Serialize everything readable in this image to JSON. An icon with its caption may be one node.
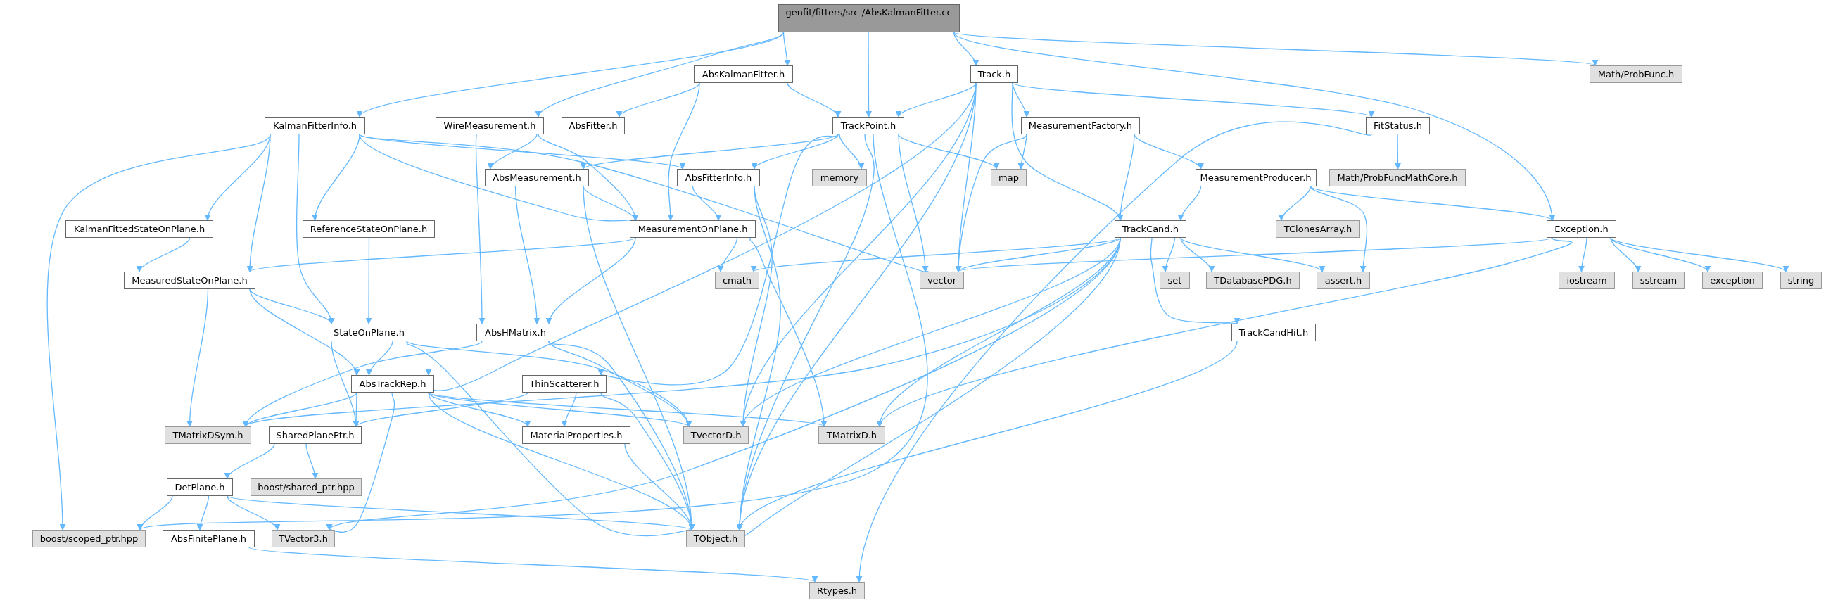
{
  "diagram": {
    "nodes": [
      {
        "text": [
          "genfit/fitters/src /AbsKalmanFitter.cc"
        ]
      },
      {
        "text": [
          "KalmanFitterInfo.h"
        ]
      },
      {
        "text": [
          "WireMeasurement.h"
        ]
      },
      {
        "text": [
          "AbsKalmanFitter.h"
        ]
      },
      {
        "text": [
          "AbsFitter.h"
        ]
      },
      {
        "text": [
          "Track.h"
        ]
      },
      {
        "text": [
          "TrackPoint.h"
        ]
      },
      {
        "text": [
          "MeasurementFactory.h"
        ]
      },
      {
        "text": [
          "FitStatus.h"
        ]
      },
      {
        "text": [
          "Math/ProbFunc.h"
        ]
      },
      {
        "text": [
          "AbsMeasurement.h"
        ]
      },
      {
        "text": [
          "AbsFitterInfo.h"
        ]
      },
      {
        "text": [
          "memory"
        ]
      },
      {
        "text": [
          "map"
        ]
      },
      {
        "text": [
          "MeasurementProducer.h"
        ]
      },
      {
        "text": [
          "Math/ProbFuncMathCore.h"
        ]
      },
      {
        "text": [
          "KalmanFittedStateOnPlane.h"
        ]
      },
      {
        "text": [
          "ReferenceStateOnPlane.h"
        ]
      },
      {
        "text": [
          "MeasurementOnPlane.h"
        ]
      },
      {
        "text": [
          "TrackCand.h"
        ]
      },
      {
        "text": [
          "TClonesArray.h"
        ]
      },
      {
        "text": [
          "Exception.h"
        ]
      },
      {
        "text": [
          "MeasuredStateOnPlane.h"
        ]
      },
      {
        "text": [
          "cmath"
        ]
      },
      {
        "text": [
          "vector"
        ]
      },
      {
        "text": [
          "set"
        ]
      },
      {
        "text": [
          "TDatabasePDG.h"
        ]
      },
      {
        "text": [
          "assert.h"
        ]
      },
      {
        "text": [
          "iostream"
        ]
      },
      {
        "text": [
          "sstream"
        ]
      },
      {
        "text": [
          "exception"
        ]
      },
      {
        "text": [
          "string"
        ]
      },
      {
        "text": [
          "StateOnPlane.h"
        ]
      },
      {
        "text": [
          "AbsHMatrix.h"
        ]
      },
      {
        "text": [
          "TrackCandHit.h"
        ]
      },
      {
        "text": [
          "AbsTrackRep.h"
        ]
      },
      {
        "text": [
          "ThinScatterer.h"
        ]
      },
      {
        "text": [
          "TMatrixDSym.h"
        ]
      },
      {
        "text": [
          "SharedPlanePtr.h"
        ]
      },
      {
        "text": [
          "MaterialProperties.h"
        ]
      },
      {
        "text": [
          "TVectorD.h"
        ]
      },
      {
        "text": [
          "TMatrixD.h"
        ]
      },
      {
        "text": [
          "DetPlane.h"
        ]
      },
      {
        "text": [
          "boost/shared_ptr.hpp"
        ]
      },
      {
        "text": [
          "boost/scoped_ptr.hpp"
        ]
      },
      {
        "text": [
          "AbsFinitePlane.h"
        ]
      },
      {
        "text": [
          "TVector3.h"
        ]
      },
      {
        "text": [
          "TObject.h"
        ]
      },
      {
        "text": [
          "Rtypes.h"
        ]
      }
    ],
    "edges": [
      {
        "from": 0,
        "to": 1,
        "arrow": "to"
      },
      {
        "from": 0,
        "to": 2,
        "arrow": "to"
      },
      {
        "from": 0,
        "to": 3,
        "arrow": "to"
      },
      {
        "from": 0,
        "to": 6,
        "arrow": "to"
      },
      {
        "from": 0,
        "to": 5,
        "arrow": "to"
      },
      {
        "from": 0,
        "to": 9,
        "arrow": "to"
      },
      {
        "from": 0,
        "to": 21,
        "arrow": "to"
      },
      {
        "from": 3,
        "to": 4,
        "arrow": "to"
      },
      {
        "from": 3,
        "to": 6,
        "arrow": "to"
      },
      {
        "from": 3,
        "to": 18,
        "arrow": "to"
      },
      {
        "from": 5,
        "to": 6,
        "arrow": "to"
      },
      {
        "from": 5,
        "to": 7,
        "arrow": "to"
      },
      {
        "from": 5,
        "to": 19,
        "arrow": "to"
      },
      {
        "from": 5,
        "to": 24,
        "arrow": "to"
      },
      {
        "from": 5,
        "to": 8,
        "arrow": "to"
      },
      {
        "from": 5,
        "to": 47,
        "arrow": "to"
      },
      {
        "from": 5,
        "to": 35,
        "arrow": "to"
      },
      {
        "from": 5,
        "to": 40,
        "arrow": "to"
      },
      {
        "from": 6,
        "to": 10,
        "arrow": "to"
      },
      {
        "from": 6,
        "to": 11,
        "arrow": "to"
      },
      {
        "from": 6,
        "to": 12,
        "arrow": "to"
      },
      {
        "from": 6,
        "to": 13,
        "arrow": "to"
      },
      {
        "from": 6,
        "to": 24,
        "arrow": "to"
      },
      {
        "from": 6,
        "to": 47,
        "arrow": "to"
      },
      {
        "from": 6,
        "to": 36,
        "arrow": "to"
      },
      {
        "from": 6,
        "to": 44,
        "arrow": "to"
      },
      {
        "from": 7,
        "to": 13,
        "arrow": "to"
      },
      {
        "from": 7,
        "to": 24,
        "arrow": "to"
      },
      {
        "from": 7,
        "to": 19,
        "arrow": "to"
      },
      {
        "from": 7,
        "to": 14,
        "arrow": "to"
      },
      {
        "from": 8,
        "to": 15,
        "arrow": "to"
      },
      {
        "from": 8,
        "to": 48,
        "arrow": "to"
      },
      {
        "from": 1,
        "to": 44,
        "arrow": "to"
      },
      {
        "from": 1,
        "to": 16,
        "arrow": "to"
      },
      {
        "from": 1,
        "to": 22,
        "arrow": "to"
      },
      {
        "from": 1,
        "to": 32,
        "arrow": "to"
      },
      {
        "from": 1,
        "to": 17,
        "arrow": "to"
      },
      {
        "from": 1,
        "to": 18,
        "arrow": "to"
      },
      {
        "from": 1,
        "to": 11,
        "arrow": "to"
      },
      {
        "from": 1,
        "to": 24,
        "arrow": "to"
      },
      {
        "from": 2,
        "to": 10,
        "arrow": "to"
      },
      {
        "from": 2,
        "to": 18,
        "arrow": "to"
      },
      {
        "from": 2,
        "to": 33,
        "arrow": "to"
      },
      {
        "from": 10,
        "to": 18,
        "arrow": "to"
      },
      {
        "from": 10,
        "to": 33,
        "arrow": "to"
      },
      {
        "from": 10,
        "to": 47,
        "arrow": "to"
      },
      {
        "from": 11,
        "to": 18,
        "arrow": "to"
      },
      {
        "from": 11,
        "to": 40,
        "arrow": "to"
      },
      {
        "from": 11,
        "to": 47,
        "arrow": "to"
      },
      {
        "from": 14,
        "to": 19,
        "arrow": "to"
      },
      {
        "from": 14,
        "to": 20,
        "arrow": "to"
      },
      {
        "from": 14,
        "to": 27,
        "arrow": "to"
      },
      {
        "from": 14,
        "to": 21,
        "arrow": "to"
      },
      {
        "from": 16,
        "to": 22,
        "arrow": "to"
      },
      {
        "from": 17,
        "to": 32,
        "arrow": "to"
      },
      {
        "from": 18,
        "to": 22,
        "arrow": "to"
      },
      {
        "from": 18,
        "to": 33,
        "arrow": "to"
      },
      {
        "from": 18,
        "to": 23,
        "arrow": "to"
      },
      {
        "from": 18,
        "to": 41,
        "arrow": "to"
      },
      {
        "from": 19,
        "to": 24,
        "arrow": "to"
      },
      {
        "from": 19,
        "to": 23,
        "arrow": "to"
      },
      {
        "from": 19,
        "to": 25,
        "arrow": "to"
      },
      {
        "from": 19,
        "to": 26,
        "arrow": "to"
      },
      {
        "from": 19,
        "to": 27,
        "arrow": "to"
      },
      {
        "from": 19,
        "to": 34,
        "arrow": "to"
      },
      {
        "from": 19,
        "to": 47,
        "arrow": "to"
      },
      {
        "from": 19,
        "to": 41,
        "arrow": "to"
      },
      {
        "from": 19,
        "to": 40,
        "arrow": "to"
      },
      {
        "from": 19,
        "to": 37,
        "arrow": "to"
      },
      {
        "from": 19,
        "to": 46,
        "arrow": "to"
      },
      {
        "from": 21,
        "to": 24,
        "arrow": "to"
      },
      {
        "from": 21,
        "to": 41,
        "arrow": "to"
      },
      {
        "from": 21,
        "to": 28,
        "arrow": "to"
      },
      {
        "from": 21,
        "to": 29,
        "arrow": "to"
      },
      {
        "from": 21,
        "to": 30,
        "arrow": "to"
      },
      {
        "from": 21,
        "to": 31,
        "arrow": "to"
      },
      {
        "from": 22,
        "to": 32,
        "arrow": "to"
      },
      {
        "from": 22,
        "to": 35,
        "arrow": "to"
      },
      {
        "from": 22,
        "to": 37,
        "arrow": "to"
      },
      {
        "from": 32,
        "to": 35,
        "arrow": "to"
      },
      {
        "from": 32,
        "to": 38,
        "arrow": "to"
      },
      {
        "from": 32,
        "to": 40,
        "arrow": "to"
      },
      {
        "from": 32,
        "to": 47,
        "arrow": "to"
      },
      {
        "from": 33,
        "to": 37,
        "arrow": "to"
      },
      {
        "from": 33,
        "to": 40,
        "arrow": "to"
      },
      {
        "from": 33,
        "to": 47,
        "arrow": "to"
      },
      {
        "from": 34,
        "to": 47,
        "arrow": "to"
      },
      {
        "from": 35,
        "to": 37,
        "arrow": "to"
      },
      {
        "from": 35,
        "to": 38,
        "arrow": "to"
      },
      {
        "from": 35,
        "to": 39,
        "arrow": "to"
      },
      {
        "from": 35,
        "to": 40,
        "arrow": "to"
      },
      {
        "from": 35,
        "to": 41,
        "arrow": "to"
      },
      {
        "from": 35,
        "to": 46,
        "arrow": "to"
      },
      {
        "from": 35,
        "to": 47,
        "arrow": "to"
      },
      {
        "from": 36,
        "to": 38,
        "arrow": "to"
      },
      {
        "from": 36,
        "to": 39,
        "arrow": "to"
      },
      {
        "from": 36,
        "to": 47,
        "arrow": "to"
      },
      {
        "from": 39,
        "to": 47,
        "arrow": "to"
      },
      {
        "from": 38,
        "to": 42,
        "arrow": "to"
      },
      {
        "from": 38,
        "to": 43,
        "arrow": "to"
      },
      {
        "from": 42,
        "to": 44,
        "arrow": "to"
      },
      {
        "from": 42,
        "to": 45,
        "arrow": "to"
      },
      {
        "from": 42,
        "to": 46,
        "arrow": "to"
      },
      {
        "from": 42,
        "to": 47,
        "arrow": "to"
      },
      {
        "from": 45,
        "to": 48,
        "arrow": "to"
      }
    ]
  }
}
